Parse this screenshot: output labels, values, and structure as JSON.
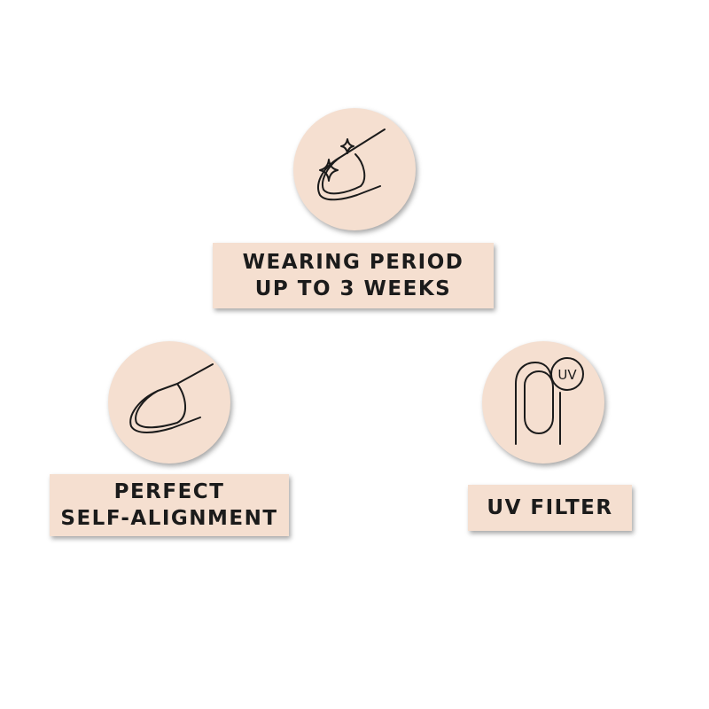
{
  "features": {
    "wearing": {
      "icon": "sparkle-nail-icon",
      "line1": "WEARING PERIOD",
      "line2": "UP TO 3 WEEKS"
    },
    "alignment": {
      "icon": "nail-icon",
      "line1": "PERFECT",
      "line2": "SELF-ALIGNMENT"
    },
    "uv": {
      "icon": "uv-finger-icon",
      "line1": "UV FILTER",
      "badge": "UV"
    }
  },
  "colors": {
    "badge_background": "#f5dfd0",
    "icon_stroke": "#1b1b1b",
    "background": "#ffffff"
  }
}
